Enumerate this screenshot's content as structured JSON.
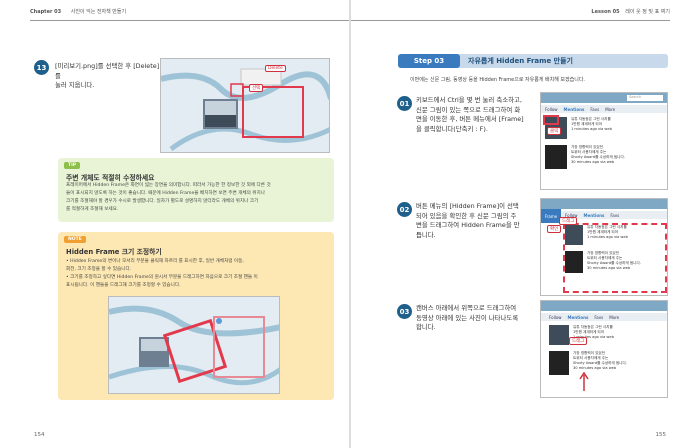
{
  "header": {
    "left_chapter": "Chapter 03",
    "left_title": "사진이 익는 전자책 만들기",
    "right_lesson": "Lesson 05",
    "right_title": "레이 웃 정 및 표 찌기"
  },
  "left": {
    "step13": {
      "number": "13",
      "text_line1": "[미리보기.png]를 선택한 후 [Delete]를",
      "text_line2": "눌러 지웁니다.",
      "callout_delete": "Delete",
      "callout_select": "선택"
    },
    "tip": {
      "tag": "TIP",
      "title": "주변 개체도 적절히 수정하세요",
      "lines": [
        "프레이머에서 Hidden Frame은 화면이 넓는 장면을 의미합니다. 따라서 가능한 한 정보한 것 외에 다른 것",
        "들이 표시되지 않도록 하는 것이 좋습니다. 때문에 Hidden Frame을 배치하면 보면 주변 개체의 위치나",
        "크기를 조절해야 할 경우가 수시로 발생합니다. 일자가 별도로 설명하지 않더라도 개체의 위치나 크기",
        "를 적절하게 조절해 보세요."
      ]
    },
    "note": {
      "tag": "NOTE",
      "title": "Hidden Frame 크기 조정하기",
      "lines": [
        "•  Hidden Frame의 변이나 모서리 부분을 클릭해 자르리   를 표시한 후, 일반 개체처럼 이동,",
        "   회전, 크기 조정을 할 수 있습니다.",
        "•  크기를 조정하고 싶다면 Hidden Frame의 원시서 부분을 드래그하면 자음으로 크기 조절 핸들   이",
        "   표시됩니다. 이 핸들을 드래그해 크기를 조정할 수 있습니다."
      ]
    },
    "page_number": "154"
  },
  "right": {
    "step_badge": "Step 03",
    "step_title": "자유롭게 Hidden Frame 만들기",
    "intro": "이번에는 신문 그림, 동영상 등을 Hidden Frame으로 자유롭게 배치해 보겠습니다.",
    "step01": {
      "number": "01",
      "lines": [
        "키보드에서 Ctrl을 몇 번 눌러 축소하고,",
        "신문 그림이 있는 쪽으로 드래그하여 화",
        "면을 이동한 후, 버튼 메뉴에서 [Frame]",
        "을 클릭합니다(단축키 : F)."
      ],
      "callout": "클릭"
    },
    "step02": {
      "number": "02",
      "lines": [
        "버튼 메뉴의 [Hidden Frame]이 선택",
        "되어 있음을 확인한 후 신문 그림의 주",
        "변을 드래그하여 Hidden Frame을 만",
        "듭니다."
      ],
      "callout_drag": "드래그",
      "callout_check": "확인",
      "frame_label": "Frame"
    },
    "step03": {
      "number": "03",
      "lines": [
        "캔버스 아래에서 위쪽으로 드래그하여",
        "동영상 아래에 있는 사진이 나타나도록",
        "합니다."
      ],
      "callout": "드래그"
    },
    "panel": {
      "tabs": [
        "Follow",
        "Mentions",
        "Favs",
        "More"
      ],
      "search": "Search",
      "items": [
        "유튜 자동등은 그런 사치를\n1만원 계계하게 되어\n1 minutes ago via web",
        "가장 영향력이 있었던\n트위터 사용자에게 주는\nShorty Award를 수상하게 됩니다.\n30 minutes ago via web"
      ]
    },
    "page_number": "155"
  },
  "colors": {
    "accent_blue": "#1f5f8b",
    "step_blue": "#3a7bbf",
    "callout_red": "#d0313c",
    "tip_green": "#e9f4d6",
    "note_orange": "#fde8b4"
  }
}
